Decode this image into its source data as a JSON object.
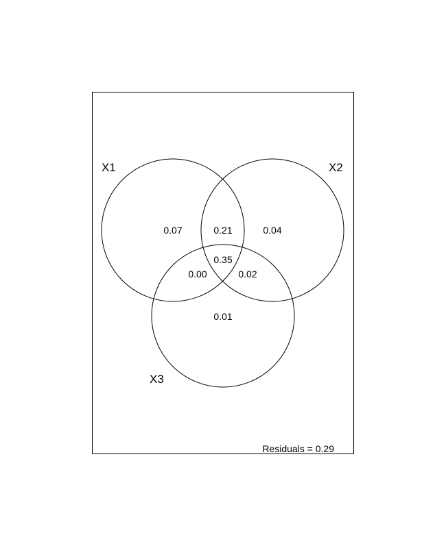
{
  "sets": [
    {
      "key": "x1",
      "label": "X1"
    },
    {
      "key": "x2",
      "label": "X2"
    },
    {
      "key": "x3",
      "label": "X3"
    }
  ],
  "fractions": {
    "x1_only": "0.07",
    "x1_x2": "0.21",
    "x2_only": "0.04",
    "x1_x2_x3": "0.35",
    "x1_x3": "0.00",
    "x2_x3": "0.02",
    "x3_only": "0.01"
  },
  "residuals": "Residuals = 0.29"
}
